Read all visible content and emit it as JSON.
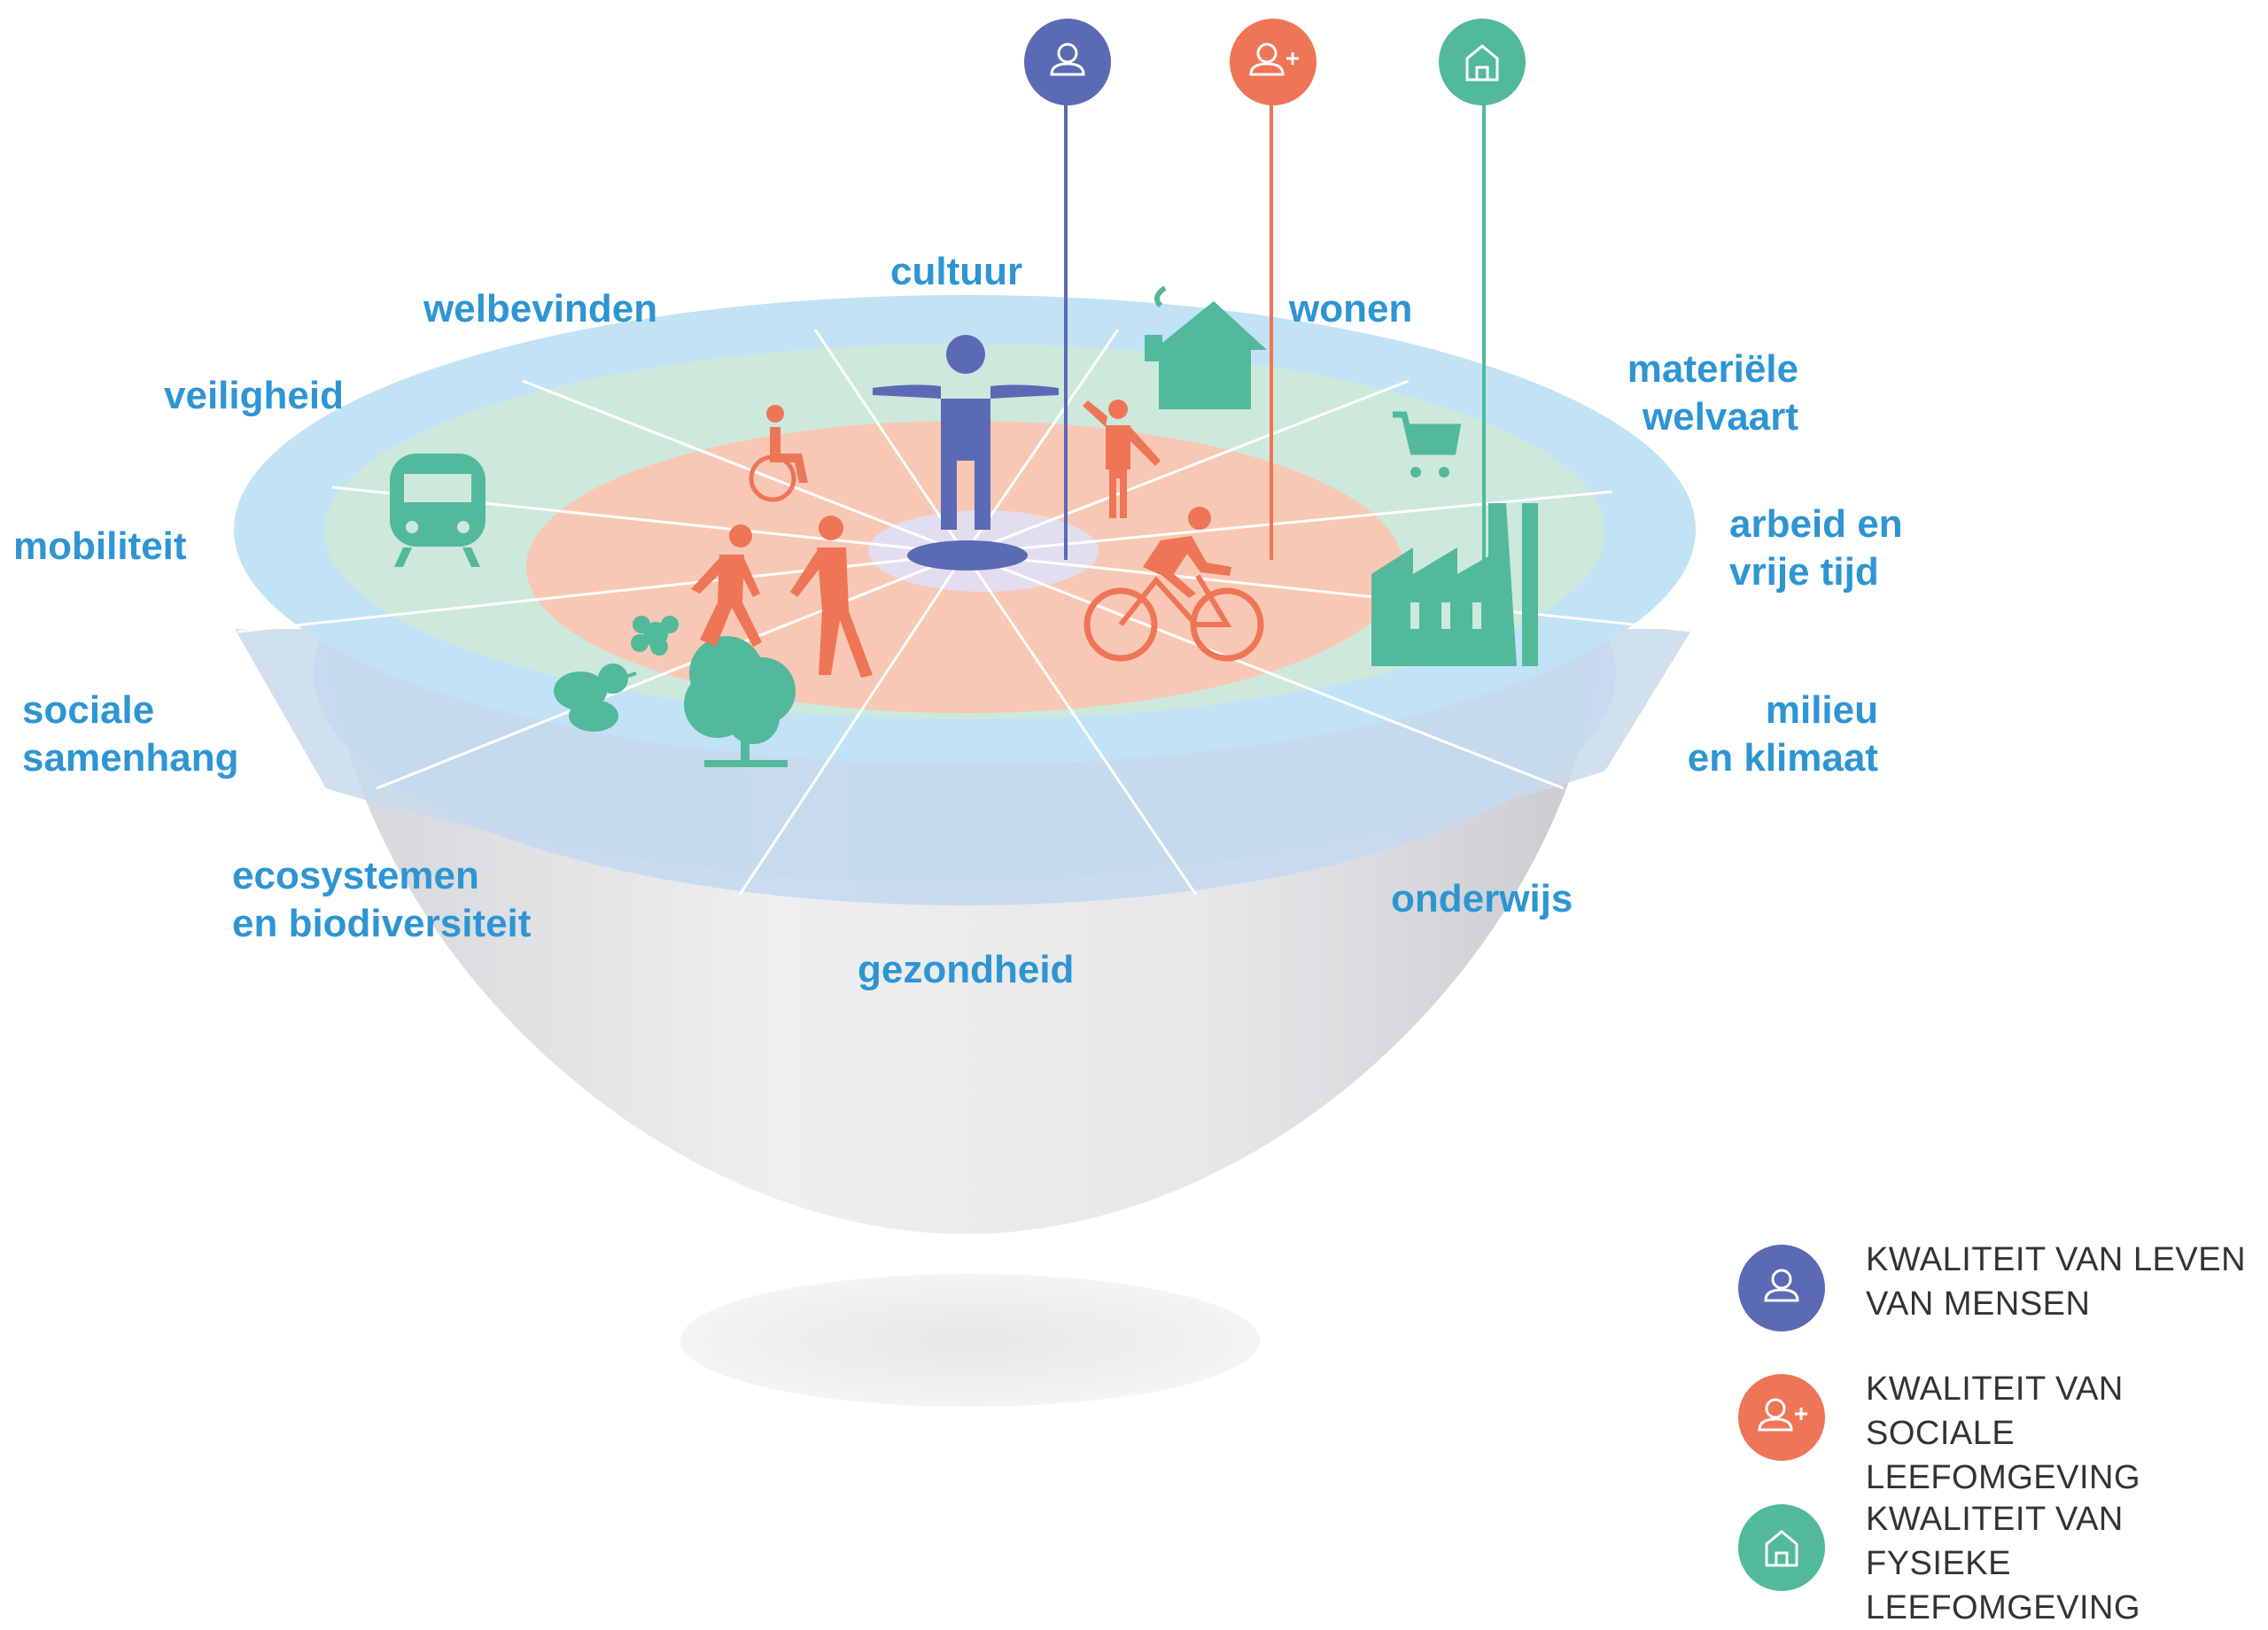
{
  "categories": {
    "cultuur": "cultuur",
    "welbevinden": "welbevinden",
    "wonen": "wonen",
    "veiligheid": "veiligheid",
    "materiele_1": "materiële",
    "materiele_2": "welvaart",
    "mobiliteit": "mobiliteit",
    "arbeid_1": "arbeid en",
    "arbeid_2": "vrije tijd",
    "sociale_1": "sociale",
    "sociale_2": "samenhang",
    "milieu_1": "milieu",
    "milieu_2": "en klimaat",
    "eco_1": "ecosystemen",
    "eco_2": "en biodiversiteit",
    "onderwijs": "onderwijs",
    "gezondheid": "gezondheid"
  },
  "legend": [
    {
      "line1": "KWALITEIT VAN LEVEN",
      "line2": "VAN MENSEN",
      "color": "#5b6ab4",
      "icon": "person-icon"
    },
    {
      "line1": "KWALITEIT VAN",
      "line2": "SOCIALE LEEFOMGEVING",
      "color": "#ee7556",
      "icon": "person-add-icon"
    },
    {
      "line1": "KWALITEIT VAN",
      "line2": "FYSIEKE LEEFOMGEVING",
      "color": "#52b99a",
      "icon": "house-icon"
    }
  ],
  "colors": {
    "blue_ring": "#c2e2f6",
    "green_ring": "#cde9dc",
    "orange_ring": "#f8c8b4",
    "purple": "#5b6ab4",
    "orange": "#ee7556",
    "green": "#52b99a",
    "label": "#2e95d3"
  }
}
